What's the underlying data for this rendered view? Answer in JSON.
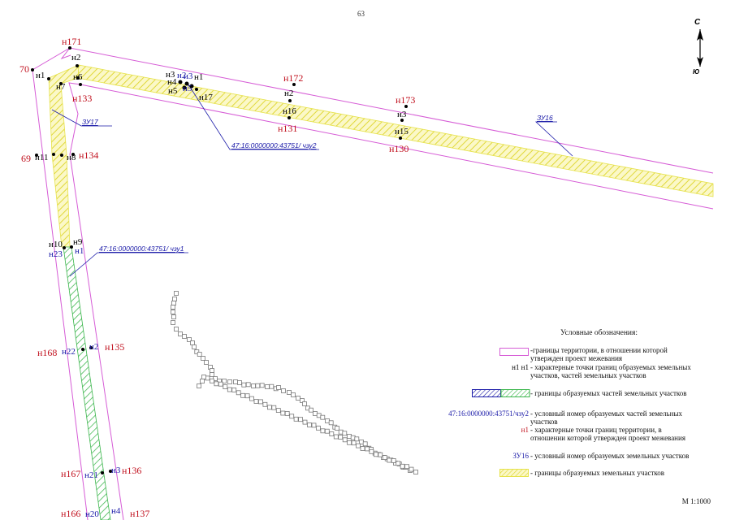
{
  "page_number": "63",
  "scale": "М 1:1000",
  "compass": {
    "north": "С",
    "south": "Ю"
  },
  "colors": {
    "boundary": "#d65cd6",
    "red_label": "#c1121f",
    "blue_label": "#1a1aa8",
    "yellow_hatch": "#e6e24a",
    "green_hatch": "#39b54a",
    "blue_hatch": "#1a1aa8"
  },
  "labels": {
    "n171": "н171",
    "n172": "н172",
    "n173": "н173",
    "n131": "н131",
    "n130": "н130",
    "p70": "70",
    "p69": "69",
    "n133": "н133",
    "n134": "н134",
    "n135": "н135",
    "n136": "н136",
    "n137": "н137",
    "n167": "н167",
    "n166": "н166",
    "n168": "н168",
    "b_n2": "н2",
    "b_n6": "н6",
    "b_n1": "н1",
    "b_n7": "н7",
    "b_n3": "н3",
    "b_n4": "н4",
    "b_n5": "н5",
    "b_n17": "н17",
    "b_n16": "н16",
    "b_n15": "н15",
    "b_n11": "н11",
    "b_n8": "н8",
    "b_n10": "н10",
    "b_n9": "н9",
    "u_n23": "н23",
    "u_n1": "н1",
    "u_n22": "н22",
    "u_n2": "н2",
    "u_n21": "н21",
    "u_n3": "н3",
    "u_n20": "н20",
    "u_n4": "н4",
    "lead_zu17": "ЗУ17",
    "lead_zu16": "ЗУ16",
    "lead_chzu2": "47:16:0000000:43751/ чзу2",
    "lead_chzu1": "47:16:0000000:43751/ чзу1"
  },
  "legend": {
    "title": "Условные обозначения:",
    "items": [
      {
        "text": "-границы территории, в отношении которой утвержден проект межевания"
      },
      {
        "sym": "н1 н1",
        "text": "- характерные точки границ образуемых земельных участков, частей земельных участков"
      },
      {
        "text": "- границы образуемых частей земельных участков"
      },
      {
        "code": "47:16:0000000:43751/чзу2",
        "text": "- условный номер образуемых частей земельных участков"
      },
      {
        "sym": "н1",
        "text": "- характерные точки границ территории, в отношении которой утвержден проект межевания"
      },
      {
        "code": "ЗУ16",
        "text": "- условный номер образуемых земельных участков"
      },
      {
        "text": "- границы образуемых земельных участков"
      }
    ]
  }
}
